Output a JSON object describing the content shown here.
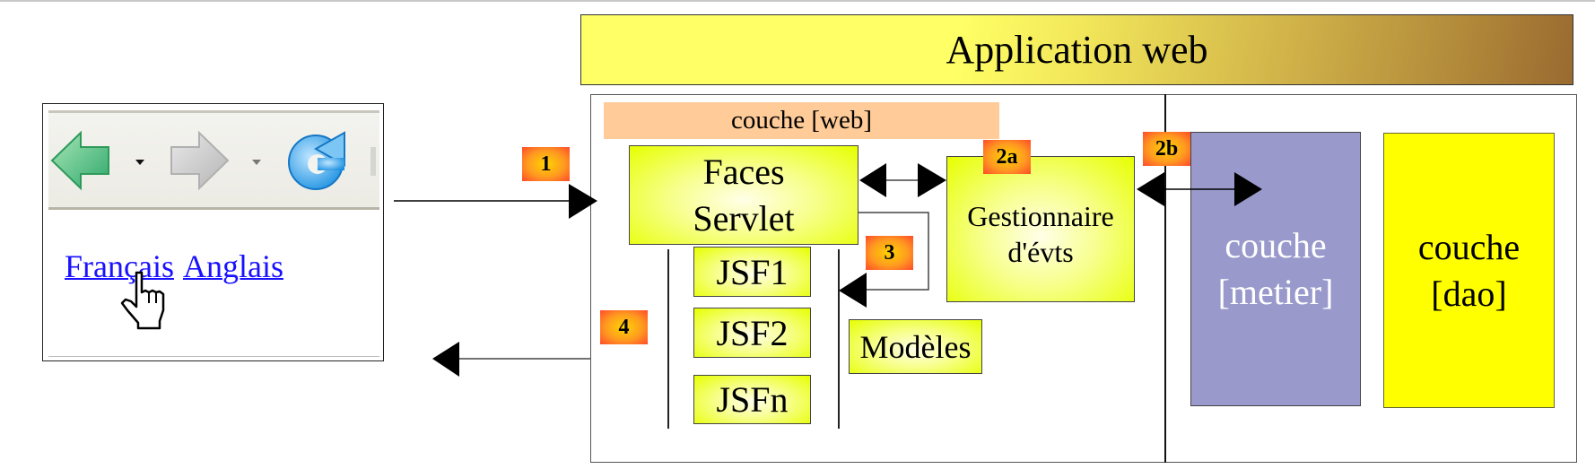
{
  "title": "Application web",
  "browser": {
    "toolbar_icons": [
      "back-arrow-icon",
      "dropdown-icon",
      "forward-arrow-icon",
      "dropdown-icon",
      "reload-icon"
    ],
    "links": [
      {
        "label": "Français"
      },
      {
        "label": "Anglais"
      }
    ],
    "cursor": "hand-pointer-icon",
    "link_color": "#1a12ff"
  },
  "layers": {
    "web": {
      "label": "couche [web]",
      "faces_servlet": [
        "Faces",
        "Servlet"
      ],
      "pages": [
        "JSF1",
        "JSF2",
        "JSFn"
      ],
      "models": "Modèles",
      "event_handler": [
        "Gestionnaire",
        "d'évts"
      ]
    },
    "metier": [
      "couche",
      "[metier]"
    ],
    "dao": [
      "couche",
      "[dao]"
    ]
  },
  "steps": [
    "1",
    "2a",
    "2b",
    "3",
    "4"
  ],
  "colors": {
    "web_bar": "#ffcc99",
    "component_fill": "#e6ff00",
    "metier_fill": "#9999cc",
    "dao_fill": "#ffff00",
    "badge_orange": "#ff4a2a"
  }
}
